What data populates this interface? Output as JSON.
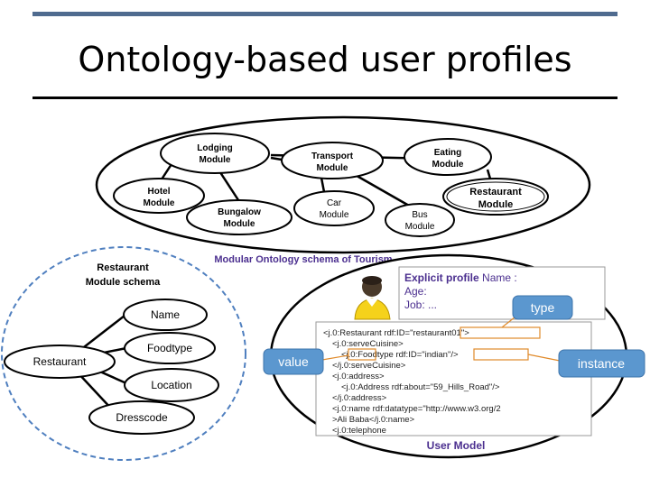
{
  "slide": {
    "title": "Ontology-based user profiles"
  },
  "tourism_schema": {
    "caption": "Modular Ontology schema of Tourism",
    "modules": [
      {
        "line1": "Lodging",
        "line2": "Module"
      },
      {
        "line1": "Transport",
        "line2": "Module"
      },
      {
        "line1": "Eating",
        "line2": "Module"
      },
      {
        "line1": "Hotel",
        "line2": "Module"
      },
      {
        "line1": "Bungalow",
        "line2": "Module"
      },
      {
        "line1": "Car",
        "line2": "Module"
      },
      {
        "line1": "Restaurant",
        "line2": "Module"
      },
      {
        "line1": "Bus",
        "line2": "Module"
      }
    ]
  },
  "restaurant_schema": {
    "title_line1": "Restaurant",
    "title_line2": "Module schema",
    "root": "Restaurant",
    "properties": [
      "Name",
      "Foodtype",
      "Location",
      "Dresscode"
    ]
  },
  "user_model": {
    "caption": "User Model",
    "profile": {
      "heading_bold": "Explicit profile",
      "heading_rest": " Name :",
      "age": "Age:",
      "job": "Job: ..."
    },
    "callouts": {
      "type": "type",
      "value": "value",
      "instance": "instance"
    },
    "code_lines": [
      "<j.0:Restaurant rdf:ID=\"restaurant01\">",
      "<j.0:serveCuisine>",
      "<j.0:Foodtype rdf:ID=\"indian\"/>",
      "</j.0:serveCuisine>",
      "<j.0:address>",
      "<j.0:Address rdf:about=\"59_Hills_Road\"/>",
      "</j.0:address>",
      "<j.0:name rdf:datatype=\"http://www.w3.org/2",
      ">Ali Baba</j.0:name>",
      "<j.0:telephone"
    ]
  },
  "colors": {
    "accent_rule": "#4f6b8f",
    "caption_purple": "#4b2f8f",
    "callout_blue": "#5b97cf",
    "avatar_yellow": "#f5d21b",
    "avatar_head": "#4a3a2a"
  }
}
